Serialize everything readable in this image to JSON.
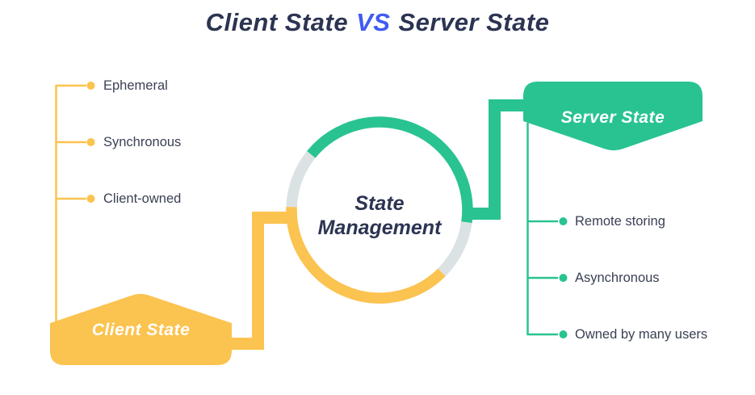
{
  "title": {
    "left": "Client State",
    "vs": "VS",
    "right": "Server State"
  },
  "center_circle": {
    "line1": "State",
    "line2": "Management"
  },
  "client_state": {
    "badge_label": "Client State",
    "items": [
      "Ephemeral",
      "Synchronous",
      "Client-owned"
    ],
    "color": "#FBC34F"
  },
  "server_state": {
    "badge_label": "Server State",
    "items": [
      "Remote storing",
      "Asynchronous",
      "Owned by many users"
    ],
    "color": "#29C392"
  },
  "colors": {
    "title_navy": "#2C3452",
    "vs_blue": "#3F5BF3",
    "client_yellow": "#FBC34F",
    "server_green": "#29C392",
    "ring_gray": "#DBE2E4",
    "item_text": "#3A4154",
    "background": "#FFFFFF"
  }
}
